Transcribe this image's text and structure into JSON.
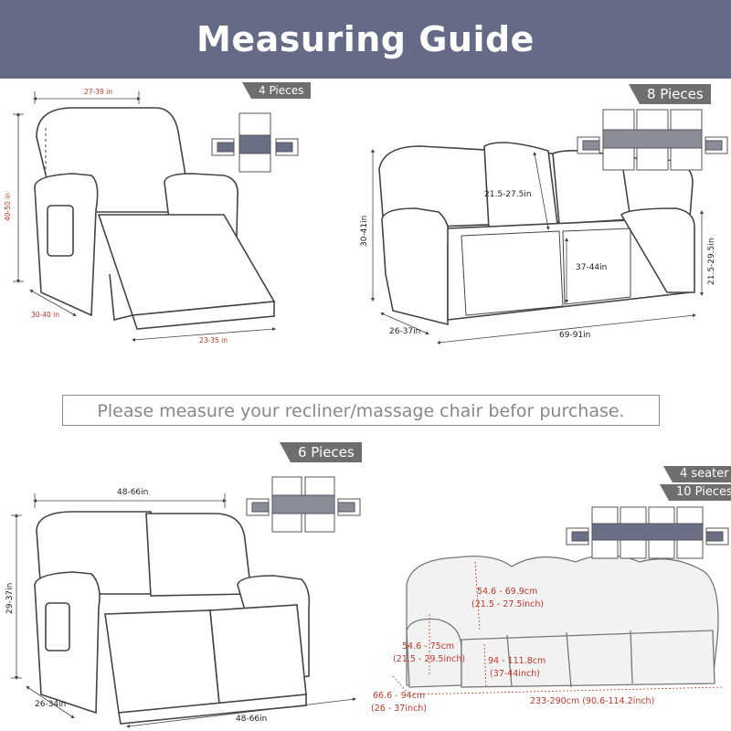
{
  "header": {
    "title": "Measuring Guide"
  },
  "notice": {
    "text": "Please measure your recliner/massage chair befor purchase."
  },
  "recliner": {
    "pieces_tag": "4 Pieces",
    "width": "27-39 in",
    "height": "40-50 in",
    "depth": "30-40 in",
    "seat_width": "23-35 in"
  },
  "sofa": {
    "pieces_tag": "8 Pieces",
    "back_height": "21.5-27.5in",
    "seat_width": "37-44in",
    "height": "30-41in",
    "arm_height": "21.5-29.5in",
    "depth": "26-37in",
    "width": "69-91in"
  },
  "loveseat": {
    "pieces_tag": "6 Pieces",
    "top_width": "48-66in",
    "height": "29-37in",
    "depth": "26-34in",
    "bottom_width": "48-66in"
  },
  "four_seater": {
    "seater_tag": "4 seater",
    "pieces_tag": "10 Pieces",
    "back_cm": "54.6 - 69.9cm",
    "back_inch": "(21.5 - 27.5inch)",
    "arm_cm": "54.6 - 75cm",
    "arm_inch": "(21.5 - 29.5inch)",
    "seat_cm": "94 - 111.8cm",
    "seat_inch": "(37-44inch)",
    "depth_cm": "66.6 - 94cm",
    "depth_inch": "(26 - 37inch)",
    "length": "233-290cm  (90.6-114.2inch)"
  },
  "colors": {
    "banner": "#656a86",
    "tag": "#6e6e6e",
    "piece_dark": "#6a6f85",
    "piece_light": "#eeeeee",
    "dim_red": "#c0392b"
  }
}
